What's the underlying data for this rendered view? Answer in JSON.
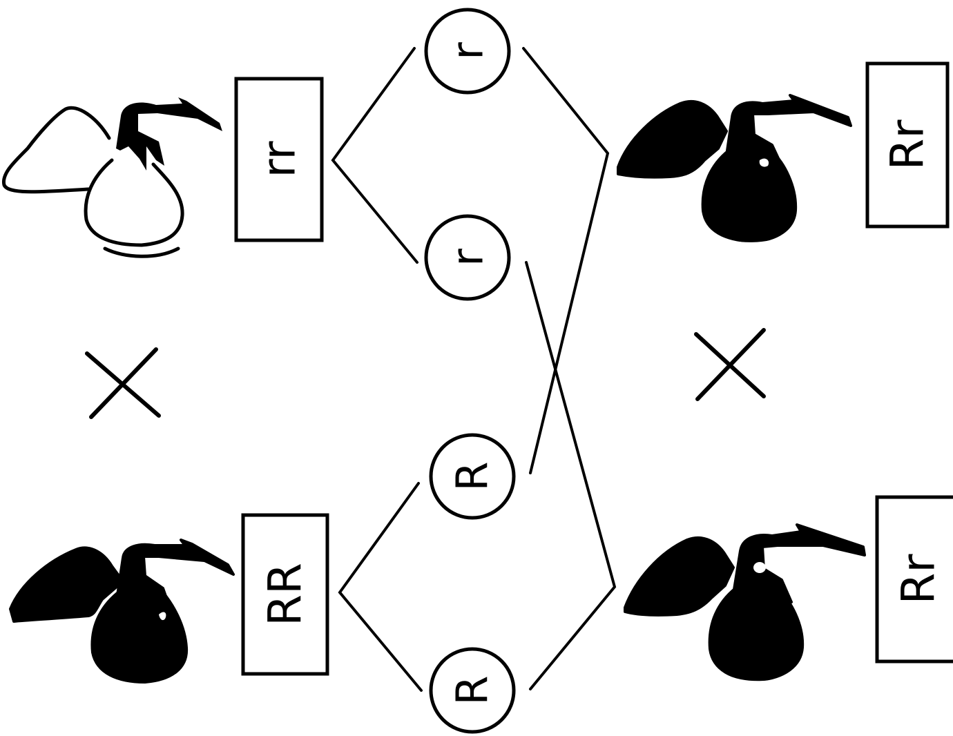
{
  "parents": {
    "p1": {
      "genotype": "rr",
      "color": "white"
    },
    "p2": {
      "genotype": "RR",
      "color": "black"
    }
  },
  "gametes": {
    "g1": "r",
    "g2": "r",
    "g3": "R",
    "g4": "R"
  },
  "offspring": {
    "o1": {
      "genotype": "Rr",
      "color": "black"
    },
    "o2": {
      "genotype": "Rr",
      "color": "black"
    }
  },
  "cross_symbol": "×",
  "colors": {
    "ink": "#000000",
    "paper": "#ffffff"
  }
}
